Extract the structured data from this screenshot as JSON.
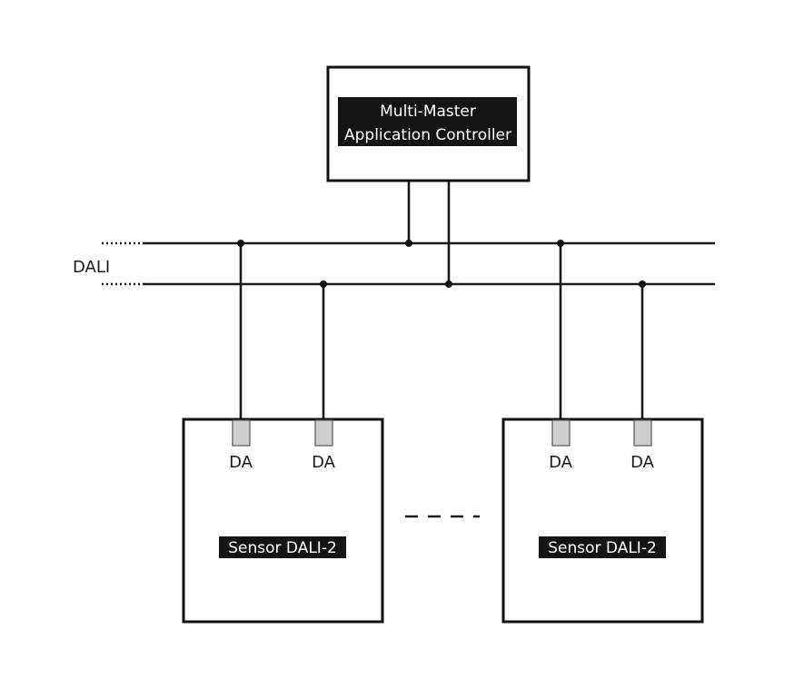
{
  "controller": {
    "label_line1": "Multi-Master",
    "label_line2": "Application Controller"
  },
  "bus": {
    "label": "DALI"
  },
  "sensors": [
    {
      "label": "Sensor DALI-2",
      "terminals": [
        "DA",
        "DA"
      ]
    },
    {
      "label": "Sensor DALI-2",
      "terminals": [
        "DA",
        "DA"
      ]
    }
  ],
  "colors": {
    "line": "#1a1a1a",
    "label_background": "#141414",
    "label_text": "#ffffff",
    "terminal_fill": "#cfcfcf"
  }
}
